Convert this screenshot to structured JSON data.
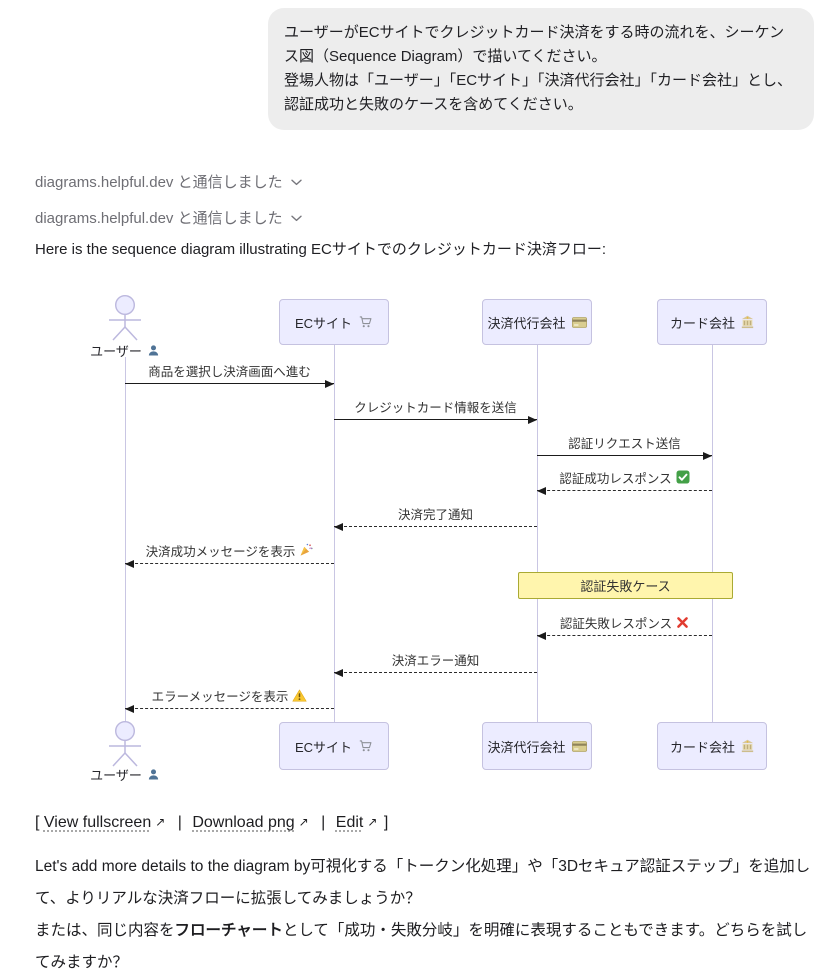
{
  "user_message": {
    "lines": [
      "ユーザーがECサイトでクレジットカード決済をする時の流れを、シーケンス図（Sequence Diagram）で描いてください。",
      "登場人物は「ユーザー」「ECサイト」「決済代行会社」「カード会社」とし、認証成功と失敗のケースを含めてください。"
    ]
  },
  "tool_status": [
    {
      "text": "diagrams.helpful.dev と通信しました",
      "icon": "chevron-down-icon"
    },
    {
      "text": "diagrams.helpful.dev と通信しました",
      "icon": "chevron-down-icon"
    }
  ],
  "intro_text": "Here is the sequence diagram illustrating ECサイトでのクレジットカード決済フロー:",
  "diagram": {
    "type": "sequence",
    "actors": [
      {
        "id": "user",
        "label": "ユーザー",
        "icon": "user-icon",
        "representation": "stick-figure"
      },
      {
        "id": "ec",
        "label": "ECサイト",
        "icon": "cart-icon",
        "representation": "box"
      },
      {
        "id": "psp",
        "label": "決済代行会社",
        "icon": "credit-card-icon",
        "representation": "box"
      },
      {
        "id": "card",
        "label": "カード会社",
        "icon": "bank-icon",
        "representation": "box"
      }
    ],
    "messages": [
      {
        "from": "user",
        "to": "ec",
        "type": "solid",
        "label": "商品を選択し決済画面へ進む"
      },
      {
        "from": "ec",
        "to": "psp",
        "type": "solid",
        "label": "クレジットカード情報を送信"
      },
      {
        "from": "psp",
        "to": "card",
        "type": "solid",
        "label": "認証リクエスト送信"
      },
      {
        "from": "card",
        "to": "psp",
        "type": "dashed",
        "label": "認証成功レスポンス",
        "icon": "check-icon"
      },
      {
        "from": "psp",
        "to": "ec",
        "type": "dashed",
        "label": "決済完了通知"
      },
      {
        "from": "ec",
        "to": "user",
        "type": "dashed",
        "label": "決済成功メッセージを表示",
        "icon": "party-icon"
      },
      {
        "note": true,
        "over": [
          "psp",
          "card"
        ],
        "label": "認証失敗ケース"
      },
      {
        "from": "card",
        "to": "psp",
        "type": "dashed",
        "label": "認証失敗レスポンス",
        "icon": "cross-icon"
      },
      {
        "from": "psp",
        "to": "ec",
        "type": "dashed",
        "label": "決済エラー通知"
      },
      {
        "from": "ec",
        "to": "user",
        "type": "dashed",
        "label": "エラーメッセージを表示",
        "icon": "warning-icon"
      }
    ],
    "colors": {
      "actor_fill": "#ececff",
      "actor_border": "#c5c2e0",
      "note_fill": "#fff5ad",
      "note_border": "#aaaa33",
      "lifeline": "#c9c6e3"
    }
  },
  "links": {
    "open": "[",
    "close": "]",
    "separator": "|",
    "external_icon": "↗",
    "items": [
      {
        "label": "View fullscreen"
      },
      {
        "label": "Download png"
      },
      {
        "label": "Edit"
      }
    ]
  },
  "closing": {
    "p1": "Let's add more details to the diagram by可視化する「トークン化処理」や「3Dセキュア認証ステップ」を追加して、よりリアルな決済フローに拡張してみましょうか？",
    "p2_before": "または、同じ内容を",
    "p2_bold": "フローチャート",
    "p2_after": "として「成功・失敗分岐」を明確に表現することもできます。どちらを試してみますか？"
  }
}
